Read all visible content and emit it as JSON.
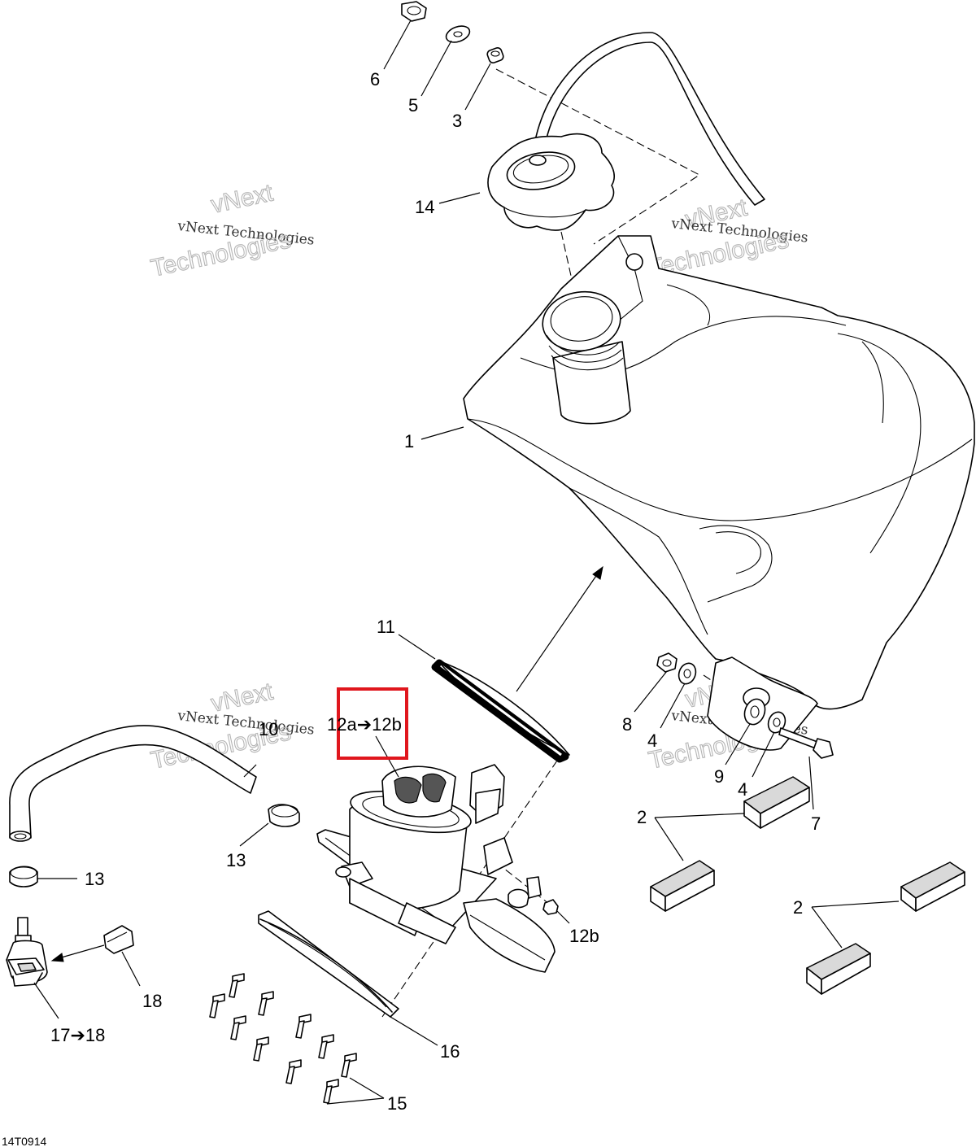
{
  "diagram": {
    "drawing_number": "14T0914",
    "watermark": {
      "line_small": "vNext Technologies",
      "line_big_1": "vNext",
      "line_big_2": "Technologies"
    },
    "callouts": [
      {
        "id": "c1",
        "label": "1"
      },
      {
        "id": "c2a",
        "label": "2"
      },
      {
        "id": "c2b",
        "label": "2"
      },
      {
        "id": "c3",
        "label": "3"
      },
      {
        "id": "c4a",
        "label": "4"
      },
      {
        "id": "c4b",
        "label": "4"
      },
      {
        "id": "c5",
        "label": "5"
      },
      {
        "id": "c6",
        "label": "6"
      },
      {
        "id": "c7",
        "label": "7"
      },
      {
        "id": "c8",
        "label": "8"
      },
      {
        "id": "c9",
        "label": "9"
      },
      {
        "id": "c10",
        "label": "10"
      },
      {
        "id": "c11",
        "label": "11"
      },
      {
        "id": "c12",
        "label": "12a➔12b"
      },
      {
        "id": "c12b",
        "label": "12b"
      },
      {
        "id": "c13a",
        "label": "13"
      },
      {
        "id": "c13b",
        "label": "13"
      },
      {
        "id": "c14",
        "label": "14"
      },
      {
        "id": "c15",
        "label": "15"
      },
      {
        "id": "c16",
        "label": "16"
      },
      {
        "id": "c17",
        "label": "17➔18"
      },
      {
        "id": "c18",
        "label": "18"
      }
    ],
    "highlight_color": "#e0161d"
  }
}
